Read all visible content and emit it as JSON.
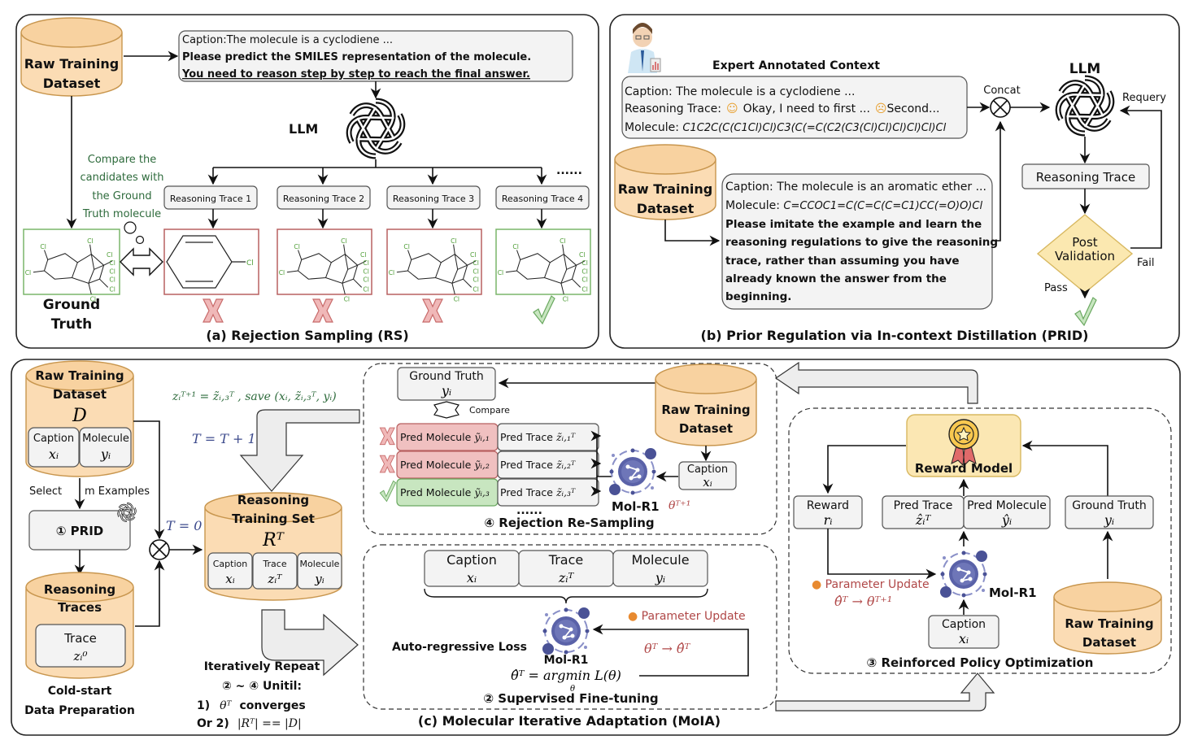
{
  "panel_a": {
    "title": "(a) Rejection Sampling (RS)",
    "dataset_label": [
      "Raw Training",
      "Dataset"
    ],
    "prompt_lines": [
      "Caption:The molecule is a cyclodiene ...",
      "Please predict the SMILES representation of the molecule.",
      "You need to reason step by step to reach the final answer."
    ],
    "llm_label": "LLM",
    "compare_note": [
      "Compare the",
      "candidates with",
      "the Ground",
      "Truth molecule"
    ],
    "traces": [
      "Reasoning Trace 1",
      "Reasoning Trace 2",
      "Reasoning Trace 3",
      "Reasoning Trace 4"
    ],
    "ellipsis": "......",
    "verdicts": [
      "reject",
      "reject",
      "reject",
      "accept"
    ],
    "ground_truth_label": [
      "Ground",
      "Truth"
    ],
    "atom_label": "Cl"
  },
  "panel_b": {
    "title": "(b) Prior Regulation via In-context Distillation (PRID)",
    "expert_heading": "Expert Annotated Context",
    "expert_lines": {
      "caption": "Caption: The molecule is a cyclodiene ...",
      "trace_prefix": "Reasoning Trace:",
      "trace_part1": "Okay, I need to first ...",
      "trace_part2": "Second...",
      "molecule_prefix": "Molecule:",
      "molecule_smiles": "C1C2C(C(C1Cl)Cl)C3(C(=C(C2(C3(Cl)Cl)Cl)Cl)Cl)Cl"
    },
    "dataset_label": [
      "Raw Training",
      "Dataset"
    ],
    "query_lines": {
      "caption": "Caption: The molecule is an aromatic ether ...",
      "molecule_prefix": "Molecule:",
      "molecule_smiles": "C=CCOC1=C(C=C(C=C1)CC(=O)O)Cl",
      "instruction": [
        "Please imitate the example and learn the",
        "reasoning regulations to give the reasoning",
        "trace, rather than assuming you have",
        "already known the answer from the",
        "beginning."
      ]
    },
    "concat_label": "Concat",
    "llm_label": "LLM",
    "requery_label": "Requery",
    "trace_box": "Reasoning Trace",
    "validation": [
      "Post",
      "Validation"
    ],
    "fail_label": "Fail",
    "pass_label": "Pass"
  },
  "panel_c": {
    "title": "(c) Molecular Iterative Adaptation (MoIA)",
    "raw_dataset": {
      "label": [
        "Raw Training",
        "Dataset"
      ],
      "symbol": "D",
      "cells": [
        {
          "name": "Caption",
          "sym": "xᵢ"
        },
        {
          "name": "Molecule",
          "sym": "yᵢ"
        }
      ]
    },
    "select_label": "Select",
    "m_examples": "m Examples",
    "prid_step": "① PRID",
    "t_zero": "T = 0",
    "reasoning_traces": {
      "label": [
        "Reasoning",
        "Traces"
      ],
      "cell": "Trace",
      "sym": "zᵢ⁰"
    },
    "cold_start": [
      "Cold-start",
      "Data Preparation"
    ],
    "save_formula": "zᵢᵀ⁺¹ = z̃ᵢ,₃ᵀ , save (xᵢ, z̃ᵢ,₃ᵀ, yᵢ)",
    "t_increment": "T = T + 1",
    "reasoning_set": {
      "label": [
        "Reasoning",
        "Training Set"
      ],
      "symbol": "Rᵀ",
      "cells": [
        {
          "name": "Caption",
          "sym": "xᵢ"
        },
        {
          "name": "Trace",
          "sym": "zᵢᵀ"
        },
        {
          "name": "Molecule",
          "sym": "yᵢ"
        }
      ]
    },
    "repeat": {
      "line1": "Iteratively Repeat",
      "line2": "② ~ ④ Unitil:",
      "cond1_prefix": "1)",
      "cond1_sym": "θᵀ",
      "cond1_text": "converges",
      "cond2_prefix": "Or 2)",
      "cond2_sym": "|Rᵀ| == |D|"
    },
    "rrs": {
      "title": "④ Rejection Re-Sampling",
      "gt_label": "Ground Truth",
      "gt_sym": "yᵢ",
      "compare": "Compare",
      "rows": [
        {
          "mol": "Pred Molecule",
          "mol_sym": "ỹᵢ,₁",
          "trace": "Pred Trace",
          "trace_sym": "z̃ᵢ,₁ᵀ",
          "verdict": "reject"
        },
        {
          "mol": "Pred Molecule",
          "mol_sym": "ỹᵢ,₂",
          "trace": "Pred Trace",
          "trace_sym": "z̃ᵢ,₂ᵀ",
          "verdict": "reject"
        },
        {
          "mol": "Pred Molecule",
          "mol_sym": "ỹᵢ,₃",
          "trace": "Pred Trace",
          "trace_sym": "z̃ᵢ,₃ᵀ",
          "verdict": "accept"
        }
      ],
      "ellipsis": "......",
      "dataset_label": [
        "Raw Training",
        "Dataset"
      ],
      "caption": "Caption",
      "caption_sym": "xᵢ",
      "model": "Mol-R1",
      "model_param": "θᵀ⁺¹"
    },
    "sft": {
      "title": "② Supervised Fine-tuning",
      "cells": [
        {
          "name": "Caption",
          "sym": "xᵢ"
        },
        {
          "name": "Trace",
          "sym": "zᵢᵀ"
        },
        {
          "name": "Molecule",
          "sym": "yᵢ"
        }
      ],
      "loss_label": "Auto-regressive Loss",
      "model": "Mol-R1",
      "argmin": "θ̂ᵀ = argmin L(θ)",
      "argmin_sub": "θ",
      "param_update": "Parameter Update",
      "update_formula": "θᵀ → θ̂ᵀ"
    },
    "rpo": {
      "title": "③ Reinforced Policy Optimization",
      "reward_model": "Reward Model",
      "reward": "Reward",
      "reward_sym": "rᵢ",
      "pred_trace": "Pred Trace",
      "pred_trace_sym": "ẑᵢᵀ",
      "pred_mol": "Pred Molecule",
      "pred_mol_sym": "ŷᵢ",
      "gt": "Ground Truth",
      "gt_sym": "yᵢ",
      "param_update": "Parameter Update",
      "update_formula": "θ̂ᵀ → θᵀ⁺¹",
      "model": "Mol-R1",
      "caption": "Caption",
      "caption_sym": "xᵢ",
      "dataset_label": [
        "Raw Training",
        "Dataset"
      ]
    }
  },
  "colors": {
    "dataset_fill": "#fbdcb4",
    "dataset_stroke": "#c8964e",
    "reject_red": "#e8a2a2",
    "accept_green": "#a8d8a0",
    "reward_gold": "#fbe7b3",
    "model_navy": "#4a5296",
    "formula_green": "#2e6b3c",
    "formula_navy": "#3c4a8c",
    "formula_red": "#b04848"
  }
}
